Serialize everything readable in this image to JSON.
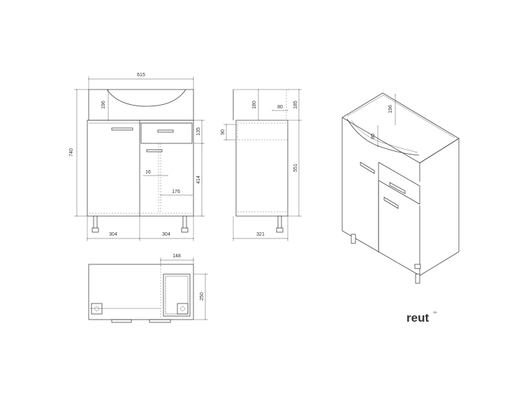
{
  "front_view": {
    "total_width": "615",
    "total_height": "740",
    "basin_depth": "196",
    "drawer_height": "135",
    "door_height": "414",
    "door_gap": "16",
    "inner_shelf_width": "176",
    "left_module_width": "304",
    "right_module_width": "304"
  },
  "side_view": {
    "top_offset": "180",
    "drawer_depth": "80",
    "top_height": "185",
    "drawer_front": "90",
    "body_height": "551",
    "total_depth": "321"
  },
  "top_view": {
    "opening_width": "148",
    "opening_depth": "250"
  },
  "iso_view": {
    "basin_depth": "196",
    "drawer_depth": "80"
  },
  "brand": {
    "name": "reut",
    "superscript": "OK"
  }
}
